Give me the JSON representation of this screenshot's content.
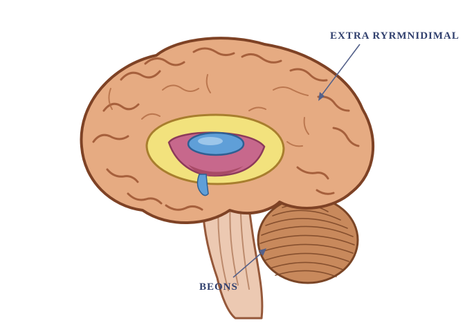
{
  "illustration": {
    "description": "sagittal-cutaway-brain-diagram",
    "labels": {
      "extra_pyramidal": "EXTRA RYRMNIDIMAL",
      "pons": "BEONS"
    },
    "colors": {
      "background": "#ffffff",
      "cortex": "#e6ab82",
      "cortex_shadow": "#d08d63",
      "cortex_outline": "#7e4225",
      "corpus_callosum": "#f2e27d",
      "corpus_outline": "#a87e2e",
      "limbic_pink": "#c7688c",
      "limbic_dark": "#a84a66",
      "thalamus_blue": "#5f9fd8",
      "thalamus_outline": "#2f5f92",
      "brainstem": "#ecc9b2",
      "brainstem_outline": "#95583a",
      "cerebellum": "#c8895c",
      "cerebellum_outline": "#7a4526",
      "label_text": "#31406e",
      "leader_line": "#54618a"
    }
  }
}
